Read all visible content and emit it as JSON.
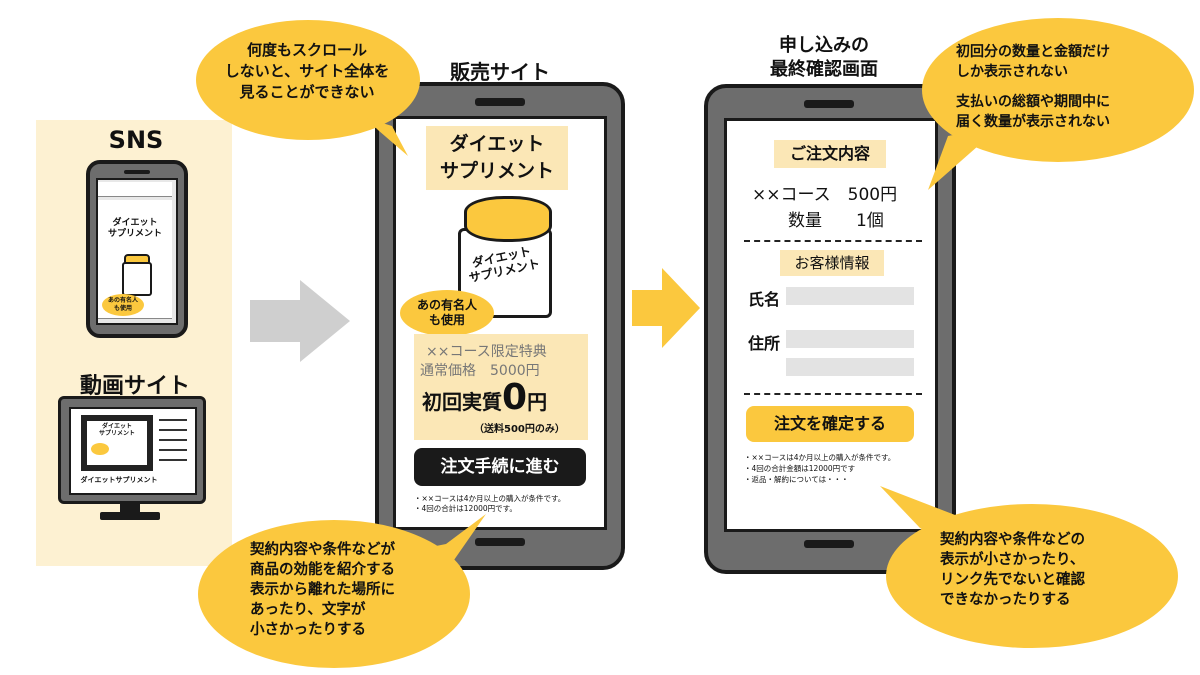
{
  "left": {
    "sns_label": "SNS",
    "sns_product": "ダイエット\nサプリメント",
    "sns_badge": "あの有名人\nも使用",
    "video_label": "動画サイト",
    "video_product": "ダイエット\nサプリメント",
    "video_caption": "ダイエットサプリメント"
  },
  "sales_site": {
    "label": "販売サイト",
    "product_title": "ダイエット\nサプリメント",
    "jar_label": "ダイエット\nサプリメント",
    "badge": "あの有名人\nも使用",
    "offer_line1": "××コース限定特典",
    "offer_line2": "通常価格　5000円",
    "offer_main_prefix": "初回実質",
    "offer_main_zero": "0",
    "offer_main_suffix": "円",
    "offer_shipping": "（送料500円のみ）",
    "cta_button": "注文手続に進む",
    "fineprint": "・××コースは4か月以上の購入が条件です。\n・4回の合計は12000円です。"
  },
  "confirm": {
    "label": "申し込みの\n最終確認画面",
    "order_heading": "ご注文内容",
    "course_line": "××コース　500円",
    "qty_line": "数量　　1個",
    "customer_heading": "お客様情報",
    "name_label": "氏名",
    "address_label": "住所",
    "confirm_button": "注文を確定する",
    "fineprint": "・××コースは4か月以上の購入が条件です。\n・4回の合計金額は12000円です\n・返品・解約については・・・"
  },
  "bubbles": {
    "top_left": "何度もスクロール\nしないと、サイト全体を\n見ることができない",
    "top_right_1": "初回分の数量と金額だけ\nしか表示されない",
    "top_right_2": "支払いの総額や期間中に\n届く数量が表示されない",
    "bottom_left": "契約内容や条件などが\n商品の効能を紹介する\n表示から離れた場所に\nあったり、文字が\n小さかったりする",
    "bottom_right": "契約内容や条件などの\n表示が小さかったり、\nリンク先でないと確認\nできなかったりする"
  },
  "colors": {
    "accent_yellow": "#fbc83e",
    "beige": "#fbe7b6",
    "panel_bg": "#fdf1d2",
    "phone_gray": "#6d6d6d",
    "field_gray": "#e3e3e3"
  }
}
